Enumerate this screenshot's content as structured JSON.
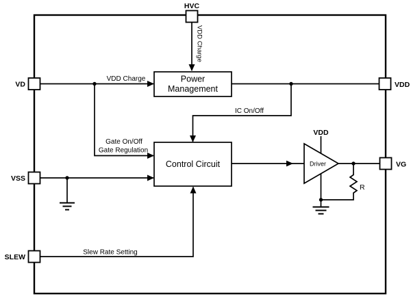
{
  "diagram": {
    "colors": {
      "line": "#000000",
      "background": "#ffffff",
      "text": "#000000"
    },
    "pins": {
      "hvc": "HVC",
      "vd": "VD",
      "vss": "VSS",
      "slew": "SLEW",
      "vdd": "VDD",
      "vg": "VG"
    },
    "blocks": {
      "power_management": {
        "line1": "Power",
        "line2": "Management"
      },
      "control_circuit": {
        "label": "Control Circuit"
      },
      "driver": {
        "label": "Driver",
        "supply": "VDD"
      }
    },
    "signals": {
      "hvc_vdd_charge": "VDD Charge",
      "vd_vdd_charge": "VDD Charge",
      "ic_on_off": "IC On/Off",
      "gate_on_off": "Gate On/Off",
      "gate_regulation": "Gate Regulation",
      "slew_rate_setting": "Slew Rate Setting"
    },
    "components": {
      "resistor": "R"
    }
  }
}
